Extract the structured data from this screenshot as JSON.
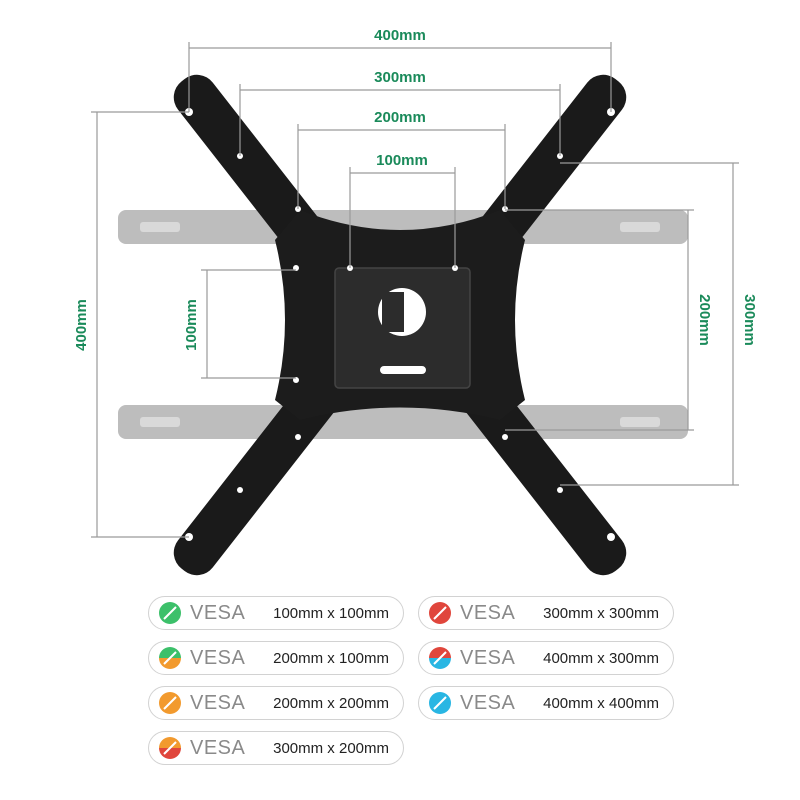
{
  "dimensions": {
    "top": [
      "400mm",
      "300mm",
      "200mm",
      "100mm"
    ],
    "left_outer": "400mm",
    "left_inner": "100mm",
    "right_inner": "200mm",
    "right_outer": "300mm"
  },
  "legend": [
    {
      "label": "VESA",
      "size": "100mm x 100mm",
      "color": "#3cc06a"
    },
    {
      "label": "VESA",
      "size": "200mm x 100mm",
      "color": "#3cc06a",
      "accent": "#f29a2e"
    },
    {
      "label": "VESA",
      "size": "200mm x 200mm",
      "color": "#f29a2e"
    },
    {
      "label": "VESA",
      "size": "300mm x 200mm",
      "color": "#f29a2e",
      "accent": "#e0463c"
    },
    {
      "label": "VESA",
      "size": "300mm x 300mm",
      "color": "#e0463c"
    },
    {
      "label": "VESA",
      "size": "400mm x 300mm",
      "color": "#e0463c",
      "accent": "#29b6e3"
    },
    {
      "label": "VESA",
      "size": "400mm x 400mm",
      "color": "#29b6e3"
    }
  ],
  "colors": {
    "dimension_text": "#1a8a5a",
    "bracket": "#1c1c1c",
    "ghost_arm": "#b8b8b8"
  }
}
